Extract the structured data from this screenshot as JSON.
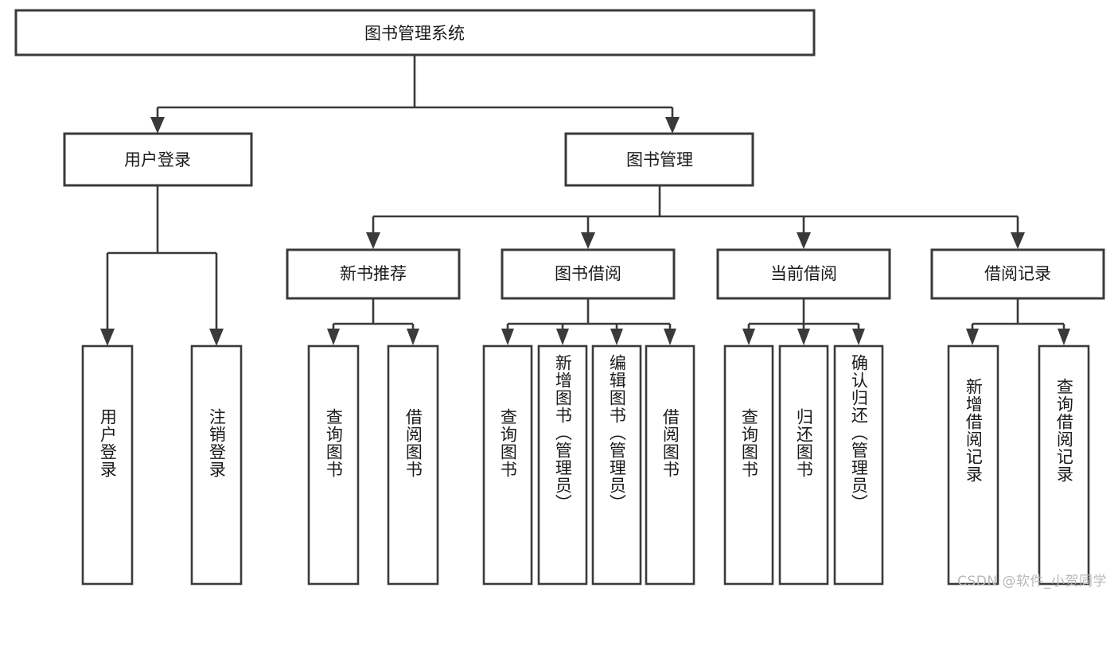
{
  "diagram": {
    "title": "图书管理系统",
    "type": "tree-hierarchy-chart",
    "orientation": "top-down",
    "colors": {
      "node_fill": "#ffffff",
      "node_stroke": "#3a3a3a",
      "connector": "#3a3a3a",
      "text": "#1a1a1a",
      "watermark": "#b9b9b9",
      "background": "#ffffff"
    },
    "root": {
      "label": "图书管理系统"
    },
    "level2": [
      {
        "id": "user-login",
        "label": "用户登录"
      },
      {
        "id": "book-management",
        "label": "图书管理"
      }
    ],
    "level3": [
      {
        "id": "new-book-recommend",
        "label": "新书推荐"
      },
      {
        "id": "book-borrow",
        "label": "图书借阅"
      },
      {
        "id": "current-borrow",
        "label": "当前借阅"
      },
      {
        "id": "borrow-record",
        "label": "借阅记录"
      }
    ],
    "leaves": {
      "user_login": [
        {
          "id": "leaf-user-login",
          "label": "用户登录"
        },
        {
          "id": "leaf-logout-login",
          "label": "注销登录"
        }
      ],
      "new_book_recommend": [
        {
          "id": "leaf-query-book-1",
          "label": "查询图书"
        },
        {
          "id": "leaf-borrow-book-1",
          "label": "借阅图书"
        }
      ],
      "book_borrow": [
        {
          "id": "leaf-query-book-2",
          "label": "查询图书"
        },
        {
          "id": "leaf-add-book",
          "label": "新增图书（管理员）"
        },
        {
          "id": "leaf-edit-book",
          "label": "编辑图书（管理员）"
        },
        {
          "id": "leaf-borrow-book-2",
          "label": "借阅图书"
        }
      ],
      "current_borrow": [
        {
          "id": "leaf-query-book-3",
          "label": "查询图书"
        },
        {
          "id": "leaf-return-book",
          "label": "归还图书"
        },
        {
          "id": "leaf-confirm-return",
          "label": "确认归还（管理员）"
        }
      ],
      "borrow_record": [
        {
          "id": "leaf-add-record",
          "label": "新增借阅记录"
        },
        {
          "id": "leaf-query-record",
          "label": "查询借阅记录"
        }
      ]
    }
  },
  "watermark": {
    "text": "CSDN @软件_小贺同学"
  }
}
